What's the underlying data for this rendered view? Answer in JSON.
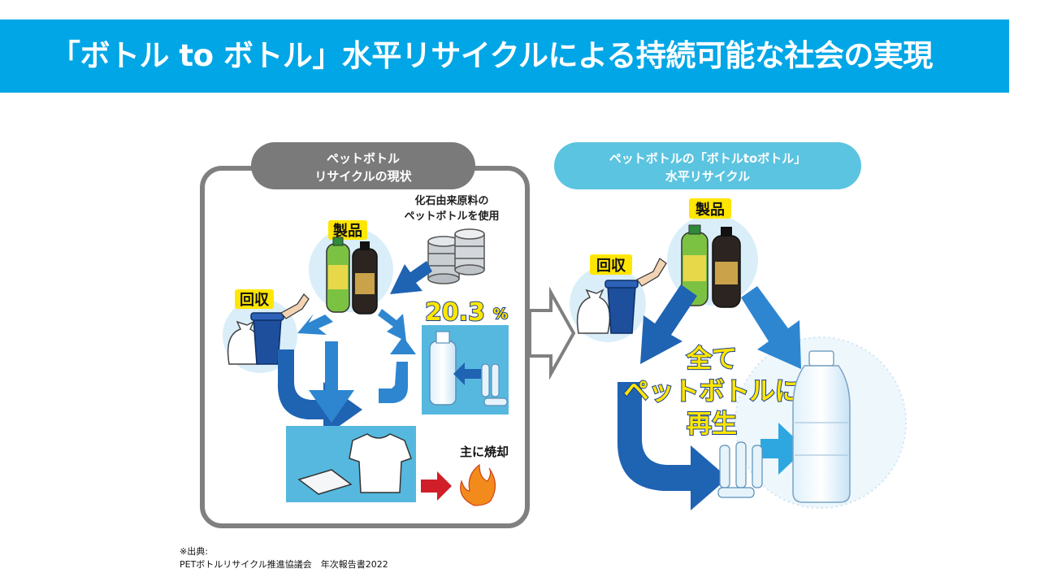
{
  "title": "「ボトル to ボトル」水平リサイクルによる持続可能な社会の実現",
  "colors": {
    "banner": "#00a6e6",
    "left_panel_border": "#808080",
    "left_tab": "#7a7a7a",
    "right_tab": "#5bc4e0",
    "arrow_dark": "#1f63b3",
    "arrow_mid": "#2e86d1",
    "arrow_light": "#2ea7e0",
    "circle_bg": "#d9eef9",
    "box_bg": "#56b8de",
    "red_arrow": "#d01f28",
    "highlight_yellow": "#ffe600"
  },
  "left_panel": {
    "tab_line1": "ペットボトル",
    "tab_line2": "リサイクルの現状",
    "fossil_line1": "化石由来原料の",
    "fossil_line2": "ペットボトルを使用",
    "percent": "20.3",
    "percent_sign": "%",
    "product": "製品",
    "collect": "回収",
    "incinerate": "主に焼却"
  },
  "right_panel": {
    "tab_line1": "ペットボトルの「ボトルtoボトル」",
    "tab_line2": "水平リサイクル",
    "product": "製品",
    "collect": "回収",
    "big_line1": "全て",
    "big_line2": "ペットボトルに",
    "big_line3": "再生"
  },
  "source": {
    "line1": "※出典:",
    "line2": "PETボトルリサイクル推進協議会　年次報告書2022"
  }
}
